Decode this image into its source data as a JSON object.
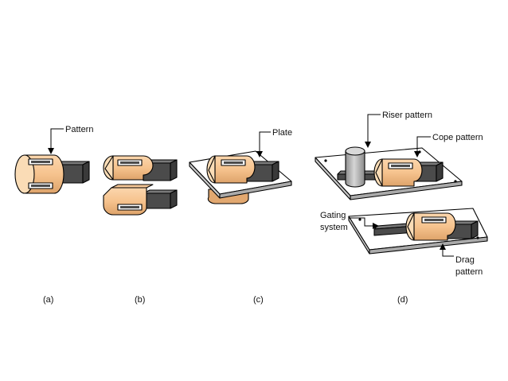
{
  "labels": {
    "pattern": "Pattern",
    "plate": "Plate",
    "riser_pattern": "Riser pattern",
    "cope_pattern": "Cope pattern",
    "gating_line1": "Gating",
    "gating_line2": "system",
    "drag_line1": "Drag",
    "drag_line2": "pattern"
  },
  "captions": [
    "(a)",
    "(b)",
    "(c)",
    "(d)"
  ],
  "colors": {
    "pattern_fill": "#f6c38e",
    "pattern_side": "#e2a870",
    "pattern_end": "#fadcb6",
    "core_print": "#4b4b4b",
    "core_print_top": "#7a7a7a",
    "plate_top": "#ffffff",
    "plate_side": "#c8c8c8",
    "riser": "#b9b9b9",
    "ink": "#000000"
  }
}
